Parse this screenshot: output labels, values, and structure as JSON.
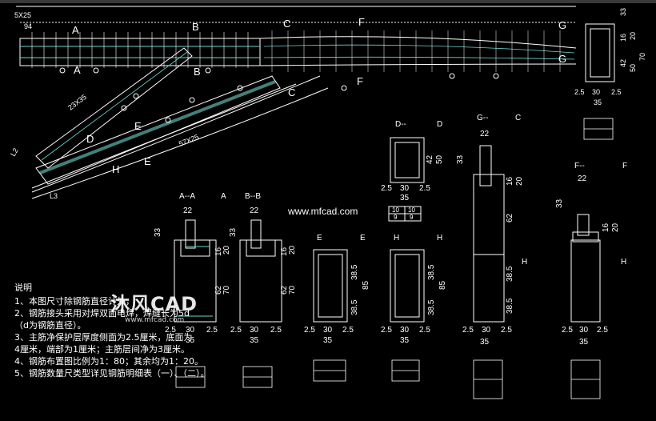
{
  "site_label": "www.mfcad.com",
  "watermark": {
    "brand": "沐风CAD",
    "url": "www.mfcad.com"
  },
  "notes": {
    "title": "说明",
    "lines": [
      "1、本图尺寸除钢筋直径计外，",
      "2、钢筋接头采用对焊双面电焊，焊缝长为5d",
      "（d为钢筋直径）。",
      "3、主筋净保护层厚度侧面为2.5厘米，底面为",
      "4厘米，端部为1厘米；主筋层间净为3厘米。",
      "4、钢筋布置图比例为1：80；其余均为1：20。",
      "5、钢筋数量尺类型详见钢筋明细表（一）、（二）。"
    ]
  },
  "elevation": {
    "dim_top_left": "5X25",
    "dim_94": "94",
    "dim_23x35": "23X35",
    "dim_57x25": "57X25",
    "dim_L3": "L3",
    "dim_L2": "L2",
    "section_markers": [
      "A",
      "B",
      "C",
      "F",
      "G",
      "D",
      "E",
      "H"
    ]
  },
  "sections": [
    {
      "id": "A",
      "label": "A--A",
      "letter": "A",
      "dims": [
        "22",
        "33",
        "16",
        "20",
        "62",
        "70",
        "2.5",
        "30",
        "2.5",
        "35"
      ]
    },
    {
      "id": "B",
      "label": "B--B",
      "letter": "B",
      "dims": [
        "22",
        "33",
        "16",
        "20",
        "62",
        "70",
        "2.5",
        "30",
        "2.5",
        "35"
      ]
    },
    {
      "id": "E",
      "label": "E",
      "letter": "E",
      "dims": [
        "38.5",
        "38.5",
        "85",
        "2.5",
        "30",
        "2.5",
        "35"
      ]
    },
    {
      "id": "H",
      "label": "H",
      "letter": "H",
      "dims": [
        "38.5",
        "38.5",
        "85",
        "2.5",
        "30",
        "2.5",
        "35"
      ]
    },
    {
      "id": "C",
      "label": "G--",
      "letter": "C",
      "dims": [
        "22",
        "33",
        "16",
        "20",
        "62",
        "38.5",
        "38.5",
        "H",
        "2.5",
        "30",
        "2.5",
        "35"
      ]
    },
    {
      "id": "F",
      "label": "F--",
      "letter": "F",
      "dims": [
        "22",
        "33",
        "16",
        "20",
        "H",
        "2.5",
        "30",
        "2.5",
        "35"
      ]
    },
    {
      "id": "D",
      "label": "D--",
      "letter": "D",
      "dims": [
        "42",
        "50",
        "2.5",
        "30",
        "2.5",
        "35"
      ]
    },
    {
      "id": "G",
      "label": "",
      "letter": "",
      "dims": [
        "33",
        "16",
        "20",
        "42",
        "50",
        "70",
        "2.5",
        "30",
        "2.5",
        "35"
      ]
    }
  ],
  "small_table": {
    "cells": [
      "10",
      "10",
      "9",
      "9"
    ]
  },
  "colors": {
    "background": "#000000",
    "lines": "#ffffff",
    "rebar": "#6fd6cf",
    "dim_text": "#ffffff"
  }
}
